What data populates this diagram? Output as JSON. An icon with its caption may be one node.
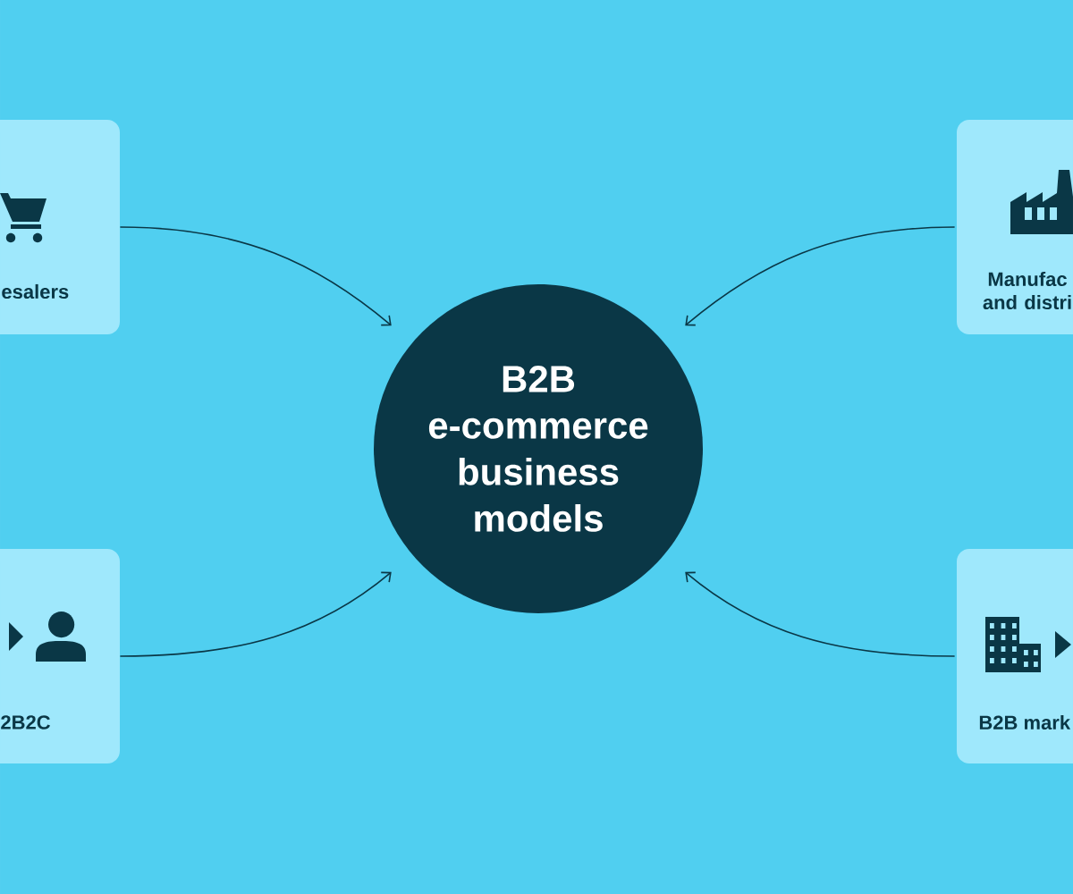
{
  "diagram": {
    "nodes": [
      {
        "text": [
          "esalers"
        ]
      },
      {
        "text": [
          "Manufac and distri"
        ]
      },
      {
        "text": [
          "B2B e-commerce business models"
        ]
      },
      {
        "text": [
          "2B2C"
        ]
      },
      {
        "text": [
          "B2B mark"
        ]
      }
    ],
    "edges": [
      {
        "from": 0,
        "to": 2,
        "arrow": "to"
      },
      {
        "from": 1,
        "to": 2,
        "arrow": "to"
      },
      {
        "from": 3,
        "to": 2,
        "arrow": "to"
      },
      {
        "from": 4,
        "to": 2,
        "arrow": "to"
      }
    ]
  }
}
